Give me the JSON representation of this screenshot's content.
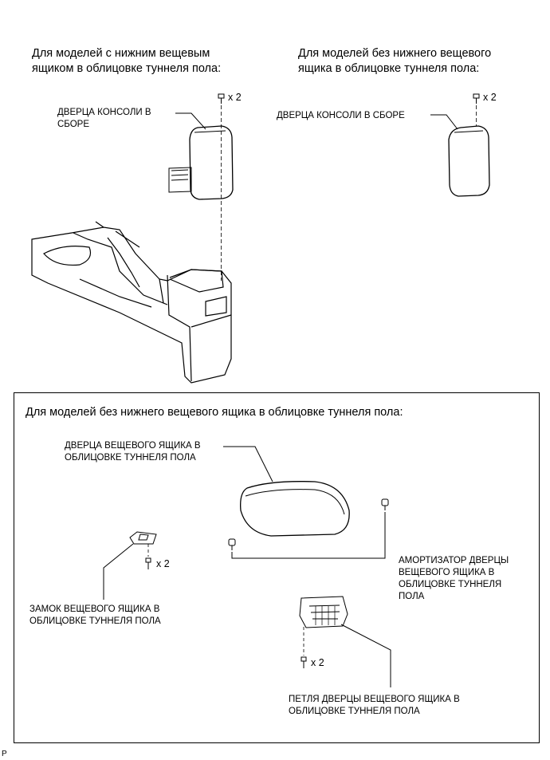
{
  "top_left": {
    "heading": "Для моделей с нижним вещевым\nящиком в облицовке туннеля пола:",
    "door_label": "ДВЕРЦА КОНСОЛИ В\nСБОРЕ",
    "clip_qty": "x 2"
  },
  "top_right": {
    "heading": "Для моделей без нижнего вещевого\nящика в облицовке туннеля пола:",
    "door_label": "ДВЕРЦА КОНСОЛИ В СБОРЕ",
    "clip_qty": "x 2"
  },
  "bottom_panel": {
    "heading": "Для моделей без нижнего вещевого ящика в облицовке туннеля пола:",
    "box_door_label": "ДВЕРЦА ВЕЩЕВОГО ЯЩИКА В\nОБЛИЦОВКЕ ТУННЕЛЯ ПОЛА",
    "damper_label": "АМОРТИЗАТОР ДВЕРЦЫ\nВЕЩЕВОГО ЯЩИКА В\nОБЛИЦОВКЕ ТУННЕЛЯ\nПОЛА",
    "lock_label": "ЗАМОК ВЕЩЕВОГО ЯЩИКА В\nОБЛИЦОВКЕ ТУННЕЛЯ ПОЛА",
    "lock_screw_qty": "x 2",
    "hinge_label": "ПЕТЛЯ ДВЕРЦЫ ВЕЩЕВОГО ЯЩИКА В\nОБЛИЦОВКЕ ТУННЕЛЯ ПОЛА",
    "hinge_screw_qty": "x 2"
  },
  "corner_mark": "P"
}
